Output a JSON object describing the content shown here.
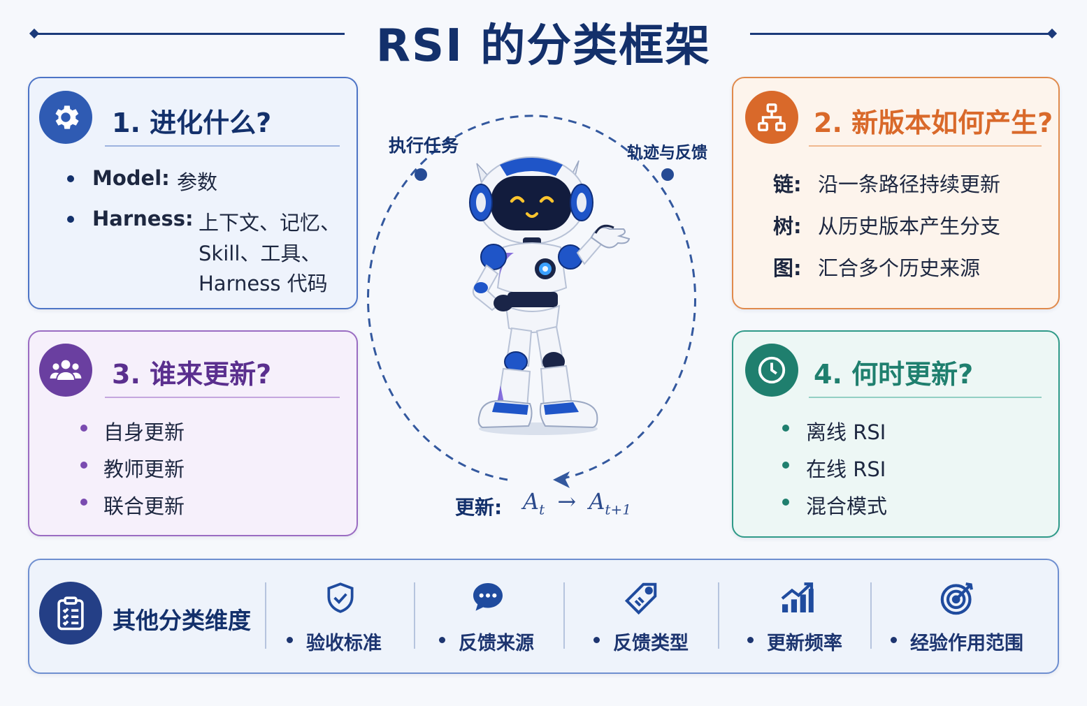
{
  "title": "RSI 的分类框架",
  "card1": {
    "heading": "1. 进化什么?",
    "items": [
      {
        "key": "Model:",
        "value": "参数"
      },
      {
        "key": "Harness:",
        "value_lines": [
          "上下文、记忆、",
          "Skill、工具、",
          "Harness 代码"
        ]
      }
    ]
  },
  "card2": {
    "heading": "2. 新版本如何产生?",
    "items": [
      {
        "key": "链:",
        "value": "沿一条路径持续更新"
      },
      {
        "key": "树:",
        "value": "从历史版本产生分支"
      },
      {
        "key": "图:",
        "value": "汇合多个历史来源"
      }
    ]
  },
  "card3": {
    "heading": "3. 谁来更新?",
    "items": [
      "自身更新",
      "教师更新",
      "联合更新"
    ]
  },
  "card4": {
    "heading": "4. 何时更新?",
    "items": [
      "离线 RSI",
      "在线 RSI",
      "混合模式"
    ]
  },
  "cycle": {
    "left_label": "执行任务",
    "right_label": "轨迹与反馈",
    "update_label": "更新:",
    "formula_from": "A",
    "formula_from_sub": "t",
    "formula_arrow": "→",
    "formula_to": "A",
    "formula_to_sub": "t+1"
  },
  "other": {
    "heading": "其他分类维度",
    "dimensions": [
      {
        "icon": "shield-check-icon",
        "label": "验收标准"
      },
      {
        "icon": "chat-bubble-icon",
        "label": "反馈来源"
      },
      {
        "icon": "tag-icon",
        "label": "反馈类型"
      },
      {
        "icon": "bar-chart-up-icon",
        "label": "更新频率"
      },
      {
        "icon": "target-icon",
        "label": "经验作用范围"
      }
    ]
  },
  "colors": {
    "blue": "#2f5bb3",
    "orange": "#d9692a",
    "purple": "#6a3fa0",
    "teal": "#1f7f6e",
    "navy": "#13306b"
  }
}
